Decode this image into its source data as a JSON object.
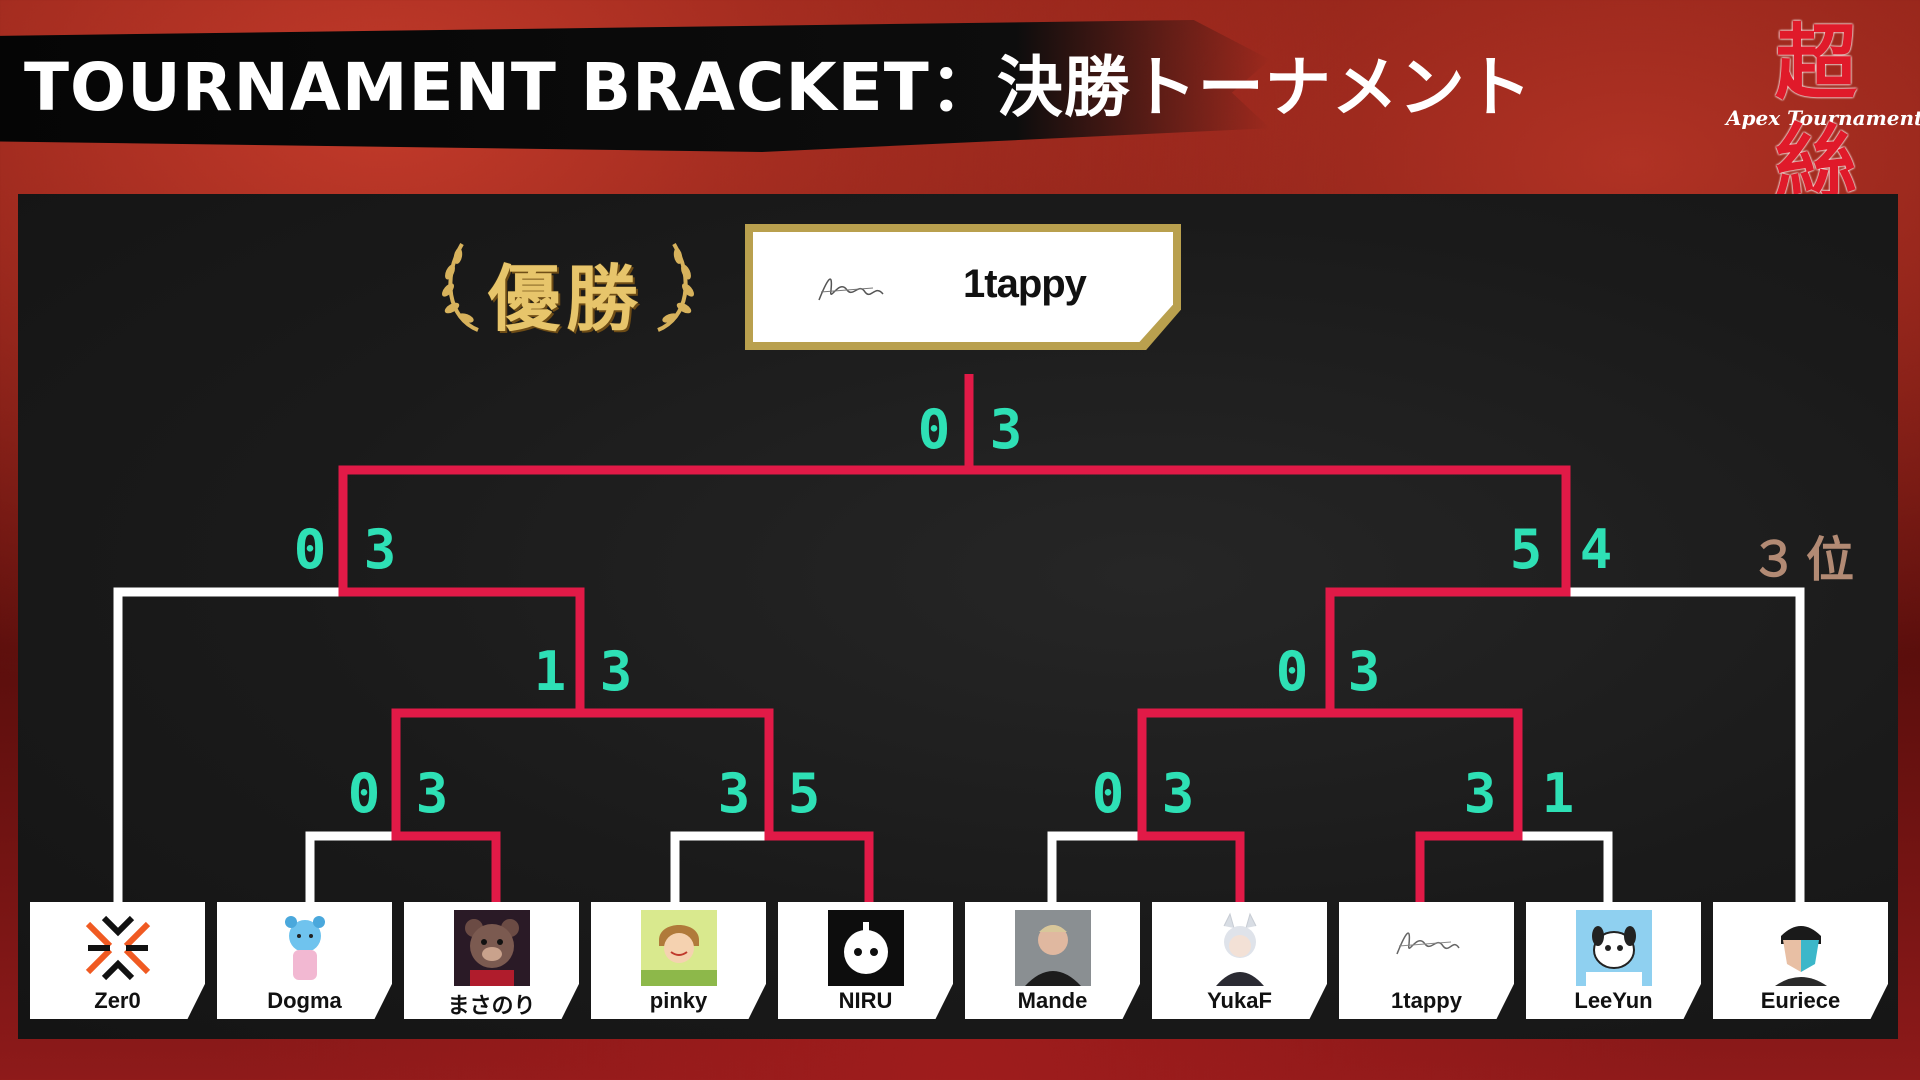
{
  "header": {
    "title": "TOURNAMENT BRACKET：決勝トーナメント"
  },
  "logo": {
    "kanji_top": "超",
    "subtitle": "Apex Tournament",
    "kanji_bottom": "絲"
  },
  "champion": {
    "label": "優勝",
    "name": "1tappy"
  },
  "third_place_label": "３位",
  "colors": {
    "winner_line": "#e11a47",
    "loser_line": "#ffffff",
    "score": "#2ee0b5",
    "gold": "#e7c56b"
  },
  "players": [
    {
      "name": "Zer0",
      "icon": "zer0-logo-icon"
    },
    {
      "name": "Dogma",
      "icon": "dogma-avatar-icon"
    },
    {
      "name": "まさのり",
      "icon": "bear-avatar-icon"
    },
    {
      "name": "pinky",
      "icon": "pinky-avatar-icon"
    },
    {
      "name": "NIRU",
      "icon": "niru-face-icon"
    },
    {
      "name": "Mande",
      "icon": "mande-photo-icon"
    },
    {
      "name": "YukaF",
      "icon": "yukaf-avatar-icon"
    },
    {
      "name": "1tappy",
      "icon": "signature-icon"
    },
    {
      "name": "LeeYun",
      "icon": "leeyun-avatar-icon"
    },
    {
      "name": "Euriece",
      "icon": "euriece-avatar-icon"
    }
  ],
  "matches": {
    "m1": {
      "left": "0",
      "right": "3"
    },
    "m2": {
      "left": "3",
      "right": "5"
    },
    "m3": {
      "left": "0",
      "right": "3"
    },
    "m4": {
      "left": "3",
      "right": "1"
    },
    "sf_left": {
      "left": "1",
      "right": "3"
    },
    "sf_right": {
      "left": "0",
      "right": "3"
    },
    "left_final": {
      "left": "0",
      "right": "3"
    },
    "right_final": {
      "left": "5",
      "right": "4"
    },
    "grand_final": {
      "left": "0",
      "right": "3"
    }
  }
}
